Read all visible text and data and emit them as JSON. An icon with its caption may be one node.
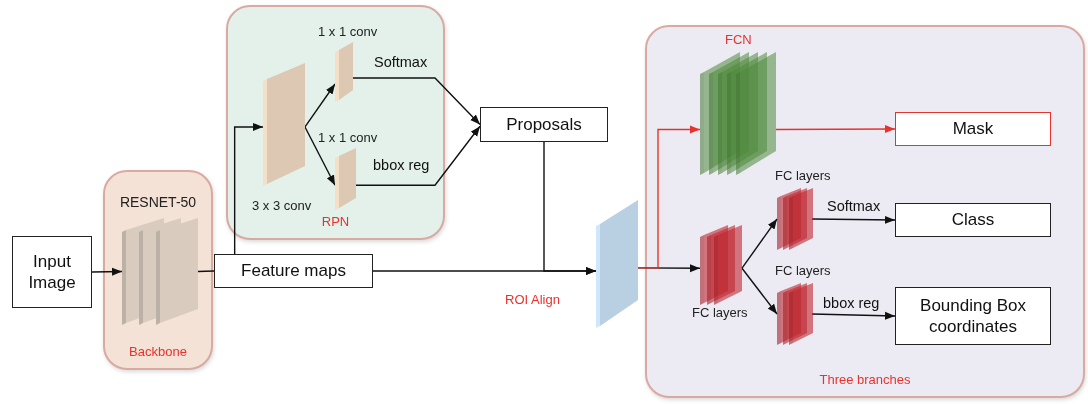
{
  "diagram": {
    "nodes": [
      {
        "text": [
          "Input Image"
        ]
      },
      {
        "text": [
          "RESNET-50",
          "Backbone"
        ]
      },
      {
        "text": [],
        "shape": "picture",
        "in": 1
      },
      {
        "text": [
          "Feature maps"
        ]
      },
      {
        "text": [
          "RPN"
        ]
      },
      {
        "text": [],
        "shape": "box",
        "in": 4,
        "beside": [
          "3 x 3 conv"
        ]
      },
      {
        "text": [],
        "shape": "box",
        "in": 4,
        "beside": [
          "1 x 1 conv"
        ]
      },
      {
        "text": [],
        "shape": "box",
        "in": 4,
        "beside": [
          "1 x 1 conv"
        ]
      },
      {
        "text": [
          "Proposals"
        ]
      },
      {
        "text": [],
        "shape": "box",
        "beside": [
          "ROI Align"
        ]
      },
      {
        "text": [
          "Three branches"
        ]
      },
      {
        "text": [],
        "shape": "picture",
        "in": 10,
        "beside": [
          "FCN"
        ]
      },
      {
        "text": [
          "Mask"
        ],
        "in": 10
      },
      {
        "text": [],
        "shape": "picture",
        "in": 10,
        "beside": [
          "FC layers"
        ]
      },
      {
        "text": [],
        "shape": "picture",
        "in": 10,
        "beside": [
          "FC layers"
        ]
      },
      {
        "text": [],
        "shape": "picture",
        "in": 10,
        "beside": [
          "FC layers"
        ]
      },
      {
        "text": [
          "Class"
        ],
        "in": 10
      },
      {
        "text": [
          "Bounding Box coordinates"
        ],
        "in": 10
      }
    ],
    "edges": [
      {
        "from": 0,
        "to": 2,
        "arrow": "to"
      },
      {
        "from": 2,
        "to": 3,
        "arrow": "none"
      },
      {
        "from": 3,
        "to": 5,
        "arrow": "to"
      },
      {
        "from": 5,
        "to": 6,
        "arrow": "to"
      },
      {
        "from": 5,
        "to": 7,
        "arrow": "to"
      },
      {
        "from": 6,
        "to": 8,
        "arrow": "to",
        "label": "Softmax"
      },
      {
        "from": 7,
        "to": 8,
        "arrow": "to",
        "label": "bbox reg"
      },
      {
        "from": 8,
        "to": 9,
        "arrow": "to"
      },
      {
        "from": 3,
        "to": 9,
        "arrow": "to"
      },
      {
        "from": 9,
        "to": 13,
        "arrow": "to"
      },
      {
        "from": 9,
        "to": 11,
        "arrow": "to",
        "color": "#e8322d"
      },
      {
        "from": 11,
        "to": 12,
        "arrow": "to",
        "color": "#e8322d"
      },
      {
        "from": 13,
        "to": 14,
        "arrow": "to"
      },
      {
        "from": 13,
        "to": 15,
        "arrow": "to"
      },
      {
        "from": 14,
        "to": 16,
        "arrow": "to",
        "label": "Softmax"
      },
      {
        "from": 15,
        "to": 17,
        "arrow": "to",
        "label": "bbox reg"
      }
    ]
  }
}
